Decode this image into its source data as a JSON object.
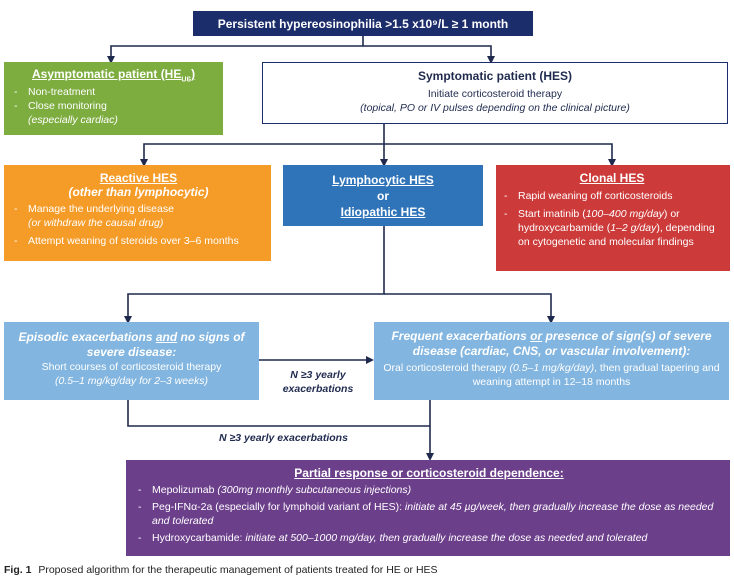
{
  "colors": {
    "navy": "#1b2d6b",
    "green": "#7dac3f",
    "orange": "#f59b27",
    "blue": "#2f73b8",
    "red": "#cc3a3a",
    "light_blue": "#82b5df",
    "purple": "#6c3f8b",
    "arrow": "#1f2a4e"
  },
  "top": {
    "title": "Persistent hypereosinophilia >1.5 x10⁹/L ≥ 1 month"
  },
  "asymptomatic": {
    "title": "Asymptomatic patient (HE",
    "title_sub": "US",
    "title_end": ")",
    "items": [
      "Non-treatment",
      "Close monitoring"
    ],
    "note": "(especially cardiac)"
  },
  "symptomatic": {
    "title": "Symptomatic patient (HES)",
    "line1": "Initiate corticosteroid therapy",
    "line2": "(topical, PO or IV pulses depending on the clinical picture)"
  },
  "reactive": {
    "title": "Reactive HES",
    "subtitle": "(other than lymphocytic)",
    "item1": "Manage the underlying disease",
    "item1_note": "(or withdraw the causal drug)",
    "item2": "Attempt weaning of steroids over 3–6 months"
  },
  "lymphocytic": {
    "line1": "Lymphocytic HES",
    "line2": "or",
    "line3": "Idiopathic HES"
  },
  "clonal": {
    "title": "Clonal HES",
    "item1": "Rapid weaning off corticosteroids",
    "item2_a": "Start imatinib (",
    "item2_b": "100–400 mg/day",
    "item2_c": ") or hydroxycarbamide (",
    "item2_d": "1–2 g/day",
    "item2_e": "), depending on cytogenetic and molecular findings"
  },
  "episodic": {
    "title_a": "Episodic exacerbations ",
    "title_b": "and",
    "title_c": " no signs of severe disease:",
    "line1": "Short courses of corticosteroid therapy",
    "line2": "(0.5–1 mg/kg/day for 2–3 weeks)"
  },
  "frequent": {
    "title_a": "Frequent exacerbations ",
    "title_b": "or",
    "title_c": " presence of sign(s) of severe disease (cardiac, CNS, or vascular involvement):",
    "line1_a": "Oral corticosteroid therapy ",
    "line1_b": "(0.5–1 mg/kg/day)",
    "line1_c": ", then gradual tapering and weaning attempt in 12–18 months"
  },
  "labels": {
    "middle_line1": "N ≥3 yearly",
    "middle_line2": "exacerbations",
    "bottom": "N ≥3 yearly exacerbations"
  },
  "partial": {
    "title": "Partial response or corticosteroid dependence:",
    "item1_a": "Mepolizumab ",
    "item1_b": "(300mg monthly subcutaneous injections)",
    "item2_a": "Peg-IFNα-2a (especially for lymphoid variant of HES): ",
    "item2_b": "initiate at 45 µg/week, then gradually increase the dose as needed and tolerated",
    "item3_a": "Hydroxycarbamide: ",
    "item3_b": "initiate at 500–1000 mg/day, then gradually increase the dose as needed and tolerated"
  },
  "caption": {
    "label": "Fig. 1",
    "text": "Proposed algorithm for the therapeutic management of patients treated for HE or HES"
  }
}
